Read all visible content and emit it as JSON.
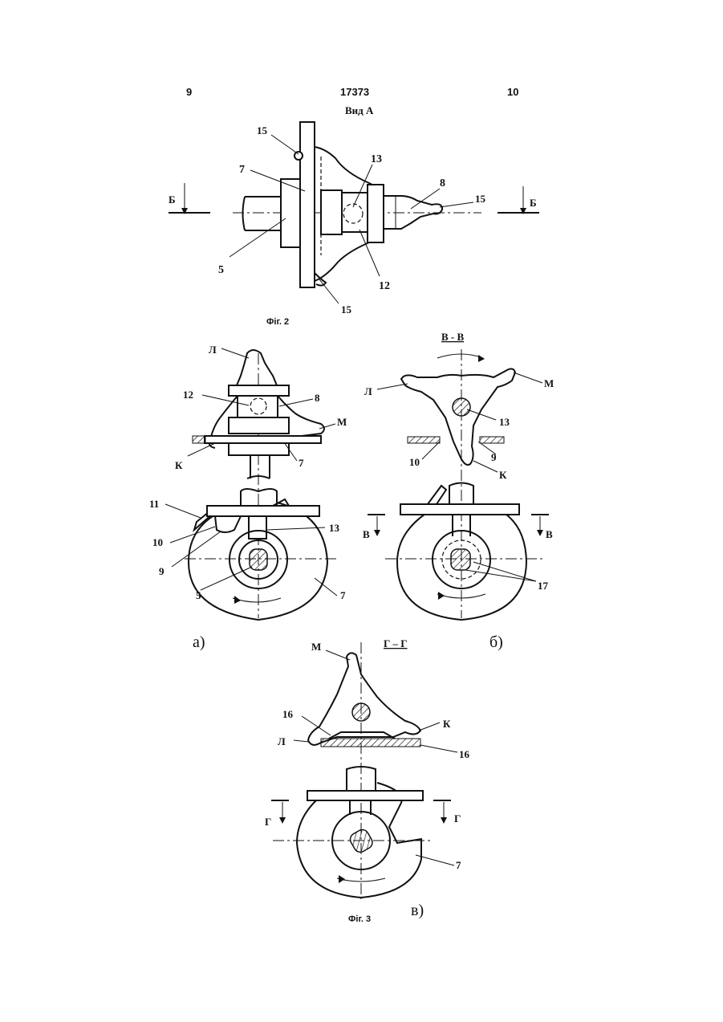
{
  "header": {
    "page_left": "9",
    "patent_number": "17373",
    "page_right": "10"
  },
  "fig2": {
    "view_title": "Вид А",
    "section_mark": "Б",
    "labels": {
      "l15a": "15",
      "l7": "7",
      "l13": "13",
      "l8": "8",
      "l15b": "15",
      "l5": "5",
      "l12": "12",
      "l15c": "15"
    },
    "caption": "Фіг. 2"
  },
  "fig3a": {
    "labels": {
      "lL": "Л",
      "l12": "12",
      "l8": "8",
      "lM": "М",
      "lK": "К",
      "l7a": "7",
      "l11": "11",
      "l13": "13",
      "l10": "10",
      "l9": "9",
      "l5": "5",
      "l7b": "7"
    },
    "sub_label": "а)"
  },
  "fig3b": {
    "section_title": "В - В",
    "section_mark": "В",
    "labels": {
      "lL": "Л",
      "lM": "М",
      "l13": "13",
      "l10": "10",
      "l9": "9",
      "lK": "К",
      "l17": "17"
    },
    "sub_label": "б)"
  },
  "fig3c": {
    "section_title": "Г – Г",
    "section_mark": "Г",
    "labels": {
      "lM": "М",
      "l16a": "16",
      "lK": "К",
      "lL": "Л",
      "l16b": "16",
      "l7": "7"
    },
    "sub_label": "в)",
    "caption": "Фіг. 3"
  }
}
